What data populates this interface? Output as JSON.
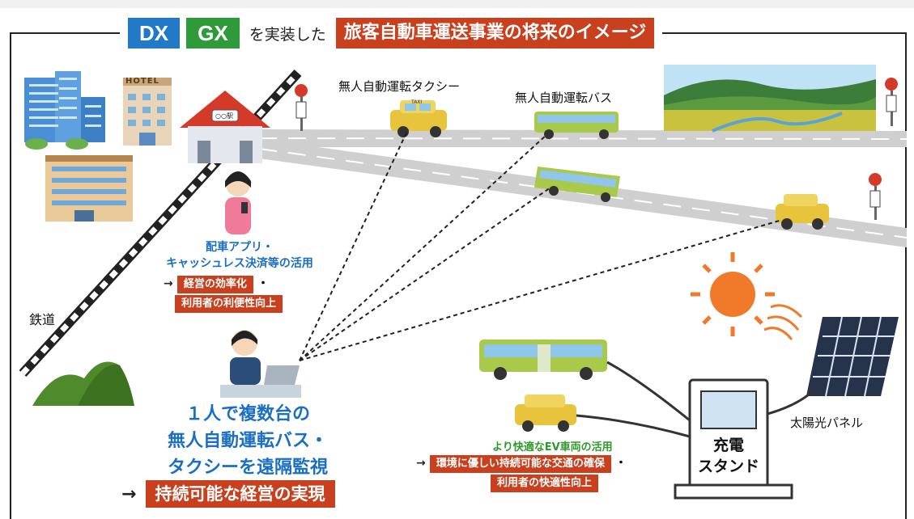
{
  "title": {
    "badge1": "DX",
    "badge2": "GX",
    "connector": "を実装した",
    "main": "旅客自動車運送事業の将来のイメージ"
  },
  "labels": {
    "taxi": "無人自動運転タクシー",
    "bus": "無人自動運転バス",
    "railway": "鉄道",
    "hotel": "HOTEL",
    "station_sign": "○○駅",
    "taxi_sign": "TAXI",
    "solar": "太陽光パネル",
    "charger_line1": "充電",
    "charger_line2": "スタンド"
  },
  "app_block": {
    "line1": "配車アプリ・",
    "line2": "キャッシュレス決済等の活用",
    "arrow": "→",
    "result1": "経営の効率化",
    "dot": "・",
    "result2": "利用者の利便性向上"
  },
  "remote_block": {
    "line1": "１人で複数台の",
    "line2": "無人自動運転バス・",
    "line3": "タクシーを遠隔監視",
    "arrow": "→",
    "result": "持続可能な経営の実現"
  },
  "ev_block": {
    "caption": "より快適なEV車両の活用",
    "arrow": "→",
    "result1": "環境に優しい持続可能な交通の確保",
    "dot": "・",
    "result2": "利用者の快適性向上"
  },
  "colors": {
    "dx_badge": "#2279c8",
    "gx_badge": "#2e9a3a",
    "accent_red": "#c8401e",
    "caption_blue": "#1a6fc4",
    "caption_green": "#2e9a2a"
  }
}
